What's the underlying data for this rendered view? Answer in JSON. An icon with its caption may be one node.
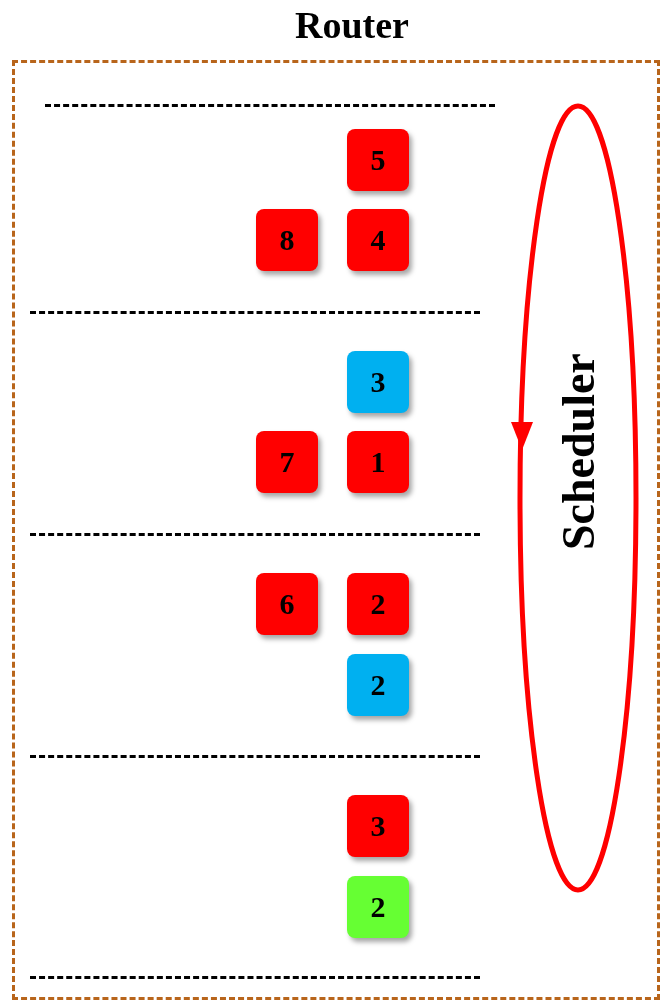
{
  "diagram": {
    "nodes": [
      {
        "text": [
          "Router"
        ]
      },
      {
        "text": [
          "5"
        ],
        "in": 0
      },
      {
        "text": [
          "8"
        ],
        "in": 0
      },
      {
        "text": [
          "4"
        ],
        "in": 0
      },
      {
        "text": [
          "3"
        ],
        "in": 0
      },
      {
        "text": [
          "7"
        ],
        "in": 0
      },
      {
        "text": [
          "1"
        ],
        "in": 0
      },
      {
        "text": [
          "6"
        ],
        "in": 0
      },
      {
        "text": [
          "2"
        ],
        "in": 0
      },
      {
        "text": [
          "2"
        ],
        "in": 0
      },
      {
        "text": [
          "3"
        ],
        "in": 0
      },
      {
        "text": [
          "2"
        ],
        "in": 0
      },
      {
        "text": [
          "Scheduler"
        ],
        "in": 0
      }
    ],
    "edges": []
  }
}
